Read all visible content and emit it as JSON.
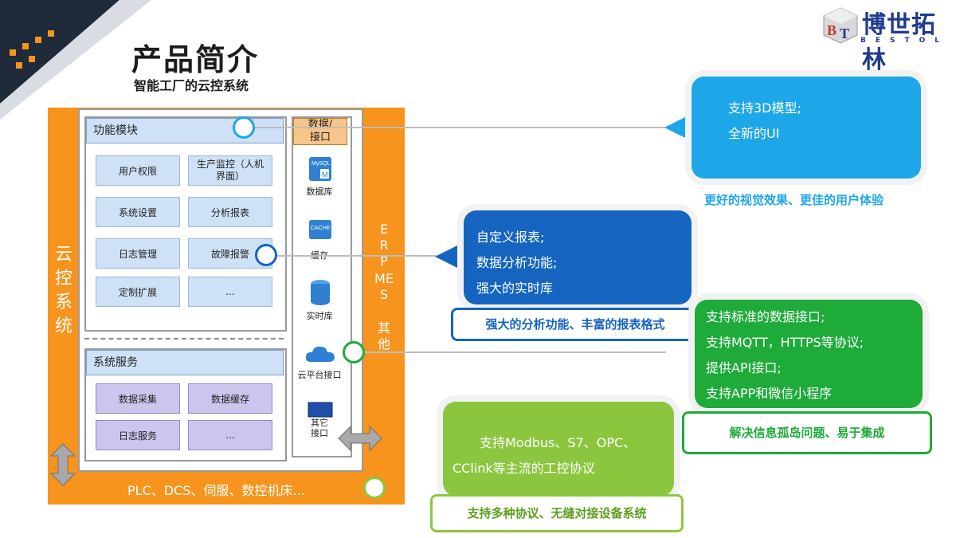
{
  "header": {
    "title": "产品简介",
    "subtitle": "智能工厂的云控系统",
    "logo_text": "博世拓林",
    "logo_sub": "BESTOL"
  },
  "diagram": {
    "cloud_label": "云控系统",
    "modules": {
      "header": "功能模块",
      "items": [
        "用户权限",
        "生产监控（人机界面）",
        "系统设置",
        "分析报表",
        "日志管理",
        "故障报警",
        "定制扩展",
        "..."
      ]
    },
    "services": {
      "header": "系统服务",
      "items": [
        "数据采集",
        "数据缓存",
        "日志服务",
        "..."
      ]
    },
    "interfaces": {
      "header": "数据/接口",
      "items": [
        "数据库",
        "缓存",
        "实时库",
        "云平台接口",
        "其它接口"
      ],
      "icon_text": {
        "mysql": "MySQL",
        "cache": "CACHE"
      }
    },
    "right_bar": {
      "erp": "ERP",
      "mes": "MES",
      "other": "其他"
    },
    "bottom_bar": "PLC、DCS、伺服、数控机床..."
  },
  "callouts": {
    "ui": {
      "lines": [
        "支持3D模型;",
        "全新的UI"
      ],
      "caption": "更好的视觉效果、更佳的用户体验",
      "color": "#1ea7e8"
    },
    "report": {
      "lines": [
        "自定义报表;",
        "数据分析功能;",
        "强大的实时库"
      ],
      "caption": "强大的分析功能、丰富的报表格式",
      "color": "#1565c0"
    },
    "iface": {
      "lines": [
        "支持标准的数据接口;",
        "支持MQTT，HTTPS等协议;",
        "提供API接口;",
        "支持APP和微信小程序"
      ],
      "caption": "解决信息孤岛问题、易于集成",
      "color": "#1eab3a"
    },
    "proto": {
      "lines": [
        "支持Modbus、S7、OPC、",
        "CClink等主流的工控协议"
      ],
      "caption": "支持多种协议、无缝对接设备系统",
      "color": "#8cc63f"
    }
  }
}
